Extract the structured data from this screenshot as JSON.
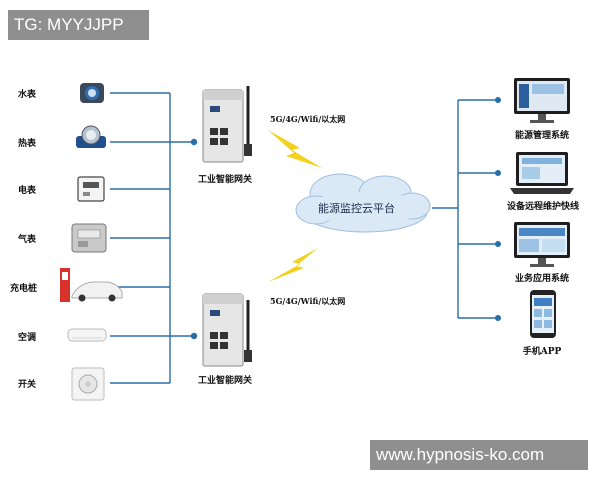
{
  "watermarks": {
    "top": "TG: MYYJJPP",
    "bottom": "www.hypnosis-ko.com"
  },
  "devices": [
    {
      "label": "水表",
      "icon": "water-meter-icon"
    },
    {
      "label": "热表",
      "icon": "heat-meter-icon"
    },
    {
      "label": "电表",
      "icon": "electric-meter-icon"
    },
    {
      "label": "气表",
      "icon": "gas-meter-icon"
    },
    {
      "label": "充电桩",
      "icon": "charging-pile-icon"
    },
    {
      "label": "空调",
      "icon": "air-conditioner-icon"
    },
    {
      "label": "开关",
      "icon": "switch-icon"
    }
  ],
  "gateways": [
    {
      "label": "工业智能网关",
      "network": "5G/4G/Wifi/以太网"
    },
    {
      "label": "工业智能网关",
      "network": "5G/4G/Wifi/以太网"
    }
  ],
  "cloud": {
    "label": "能源监控云平台"
  },
  "systems": [
    {
      "label": "能源管理系统",
      "icon": "monitor-icon"
    },
    {
      "label": "设备远程维护快线",
      "icon": "laptop-icon"
    },
    {
      "label": "业务应用系统",
      "icon": "monitor-icon"
    },
    {
      "label": "手机APP",
      "icon": "phone-icon"
    }
  ],
  "colors": {
    "line": "#2a6ea6",
    "node": "#2a6ea6",
    "lightning": "#f2d21c",
    "cloud": "#dbe9f7",
    "cloud_stroke": "#9fbfe0"
  }
}
